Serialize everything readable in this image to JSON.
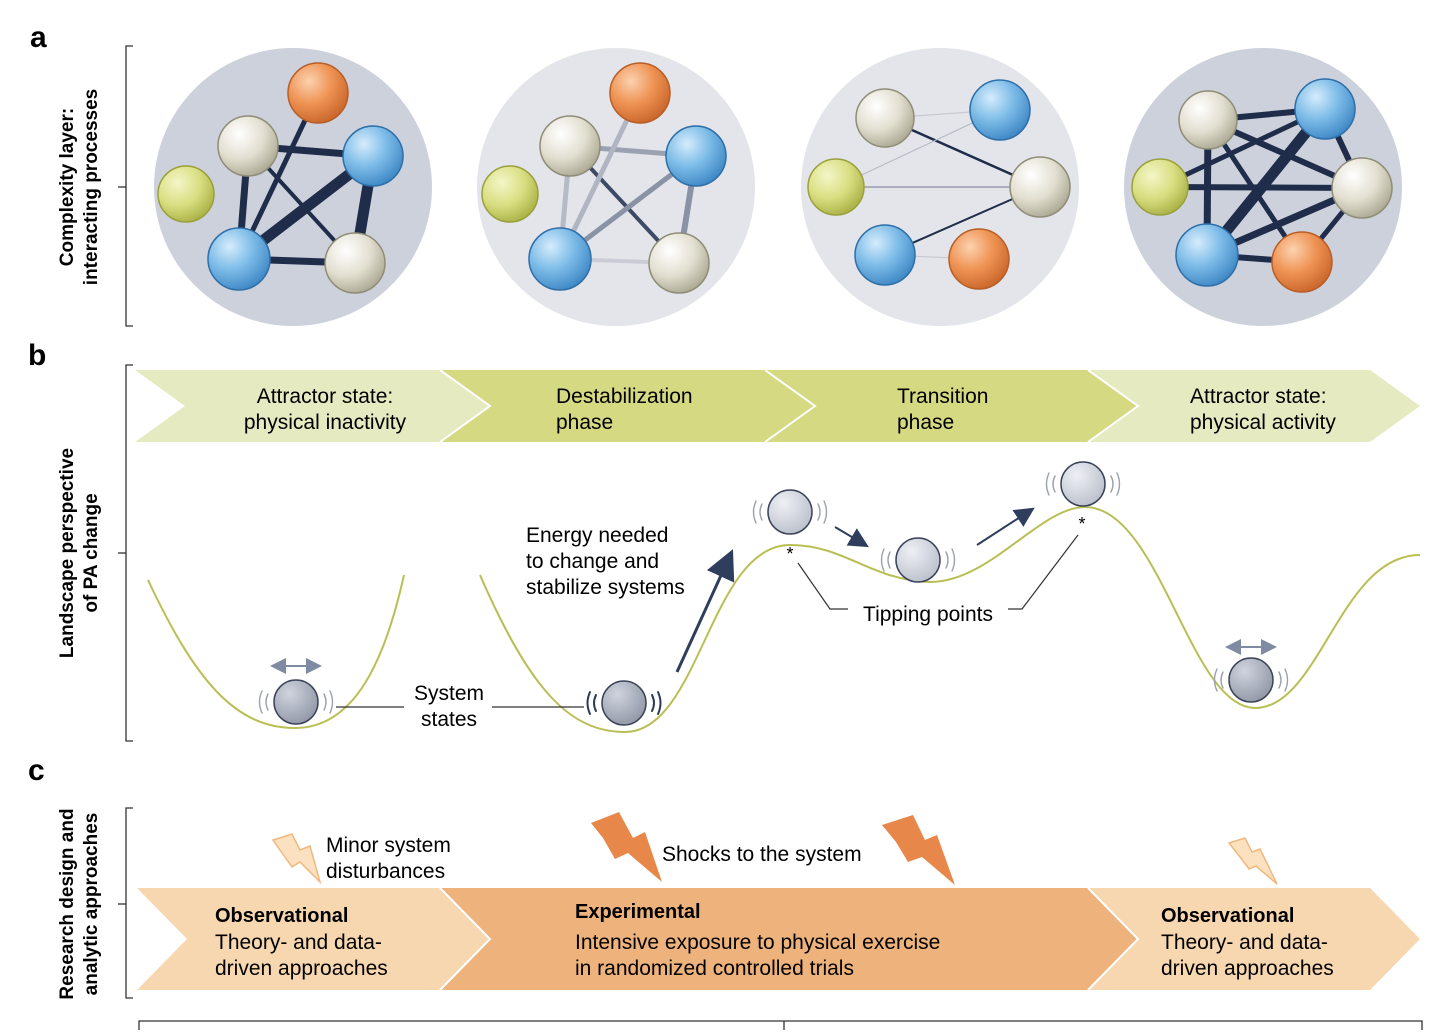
{
  "panels": {
    "a": {
      "letter": "a",
      "ylabel_line1": "Complexity layer:",
      "ylabel_line2": "interacting processes"
    },
    "b": {
      "letter": "b",
      "ylabel_line1": "Landscape perspective",
      "ylabel_line2": "of PA change",
      "phases": [
        {
          "line1": "Attractor state:",
          "line2": "physical inactivity"
        },
        {
          "line1": "Destabilization",
          "line2": "phase"
        },
        {
          "line1": "Transition",
          "line2": "phase"
        },
        {
          "line1": "Attractor state:",
          "line2": "physical activity"
        }
      ],
      "energy": [
        "Energy needed",
        "to change and",
        "stabilize systems"
      ],
      "system_states": [
        "System",
        "states"
      ],
      "tipping_points": "Tipping points",
      "asterisk": "*"
    },
    "c": {
      "letter": "c",
      "ylabel_line1": "Research design and",
      "ylabel_line2": "analytic approaches",
      "minor": [
        "Minor system",
        "disturbances"
      ],
      "shocks": "Shocks to the system",
      "designs": [
        {
          "title": "Observational",
          "line1": "Theory- and data-",
          "line2": "driven approaches"
        },
        {
          "title": "Experimental",
          "line1": "Intensive exposure to physical exercise",
          "line2": "in randomized controlled trials"
        },
        {
          "title": "Observational",
          "line1": "Theory- and data-",
          "line2": "driven approaches"
        }
      ]
    }
  },
  "colors": {
    "orange_node": "#e8864a",
    "blue_node": "#6fb0e0",
    "cream_node": "#d9d6c6",
    "yellow_node": "#d6dc7c",
    "edge": "#1f2d4a",
    "chevron_light": "#e6eac0",
    "chevron_mid": "#d3d67a",
    "curve": "#b9bf55",
    "design_light": "#f7d7b0",
    "design_mid": "#eeb27c",
    "bolt_dark": "#e8874a",
    "bolt_light": "#f7cfa0"
  }
}
